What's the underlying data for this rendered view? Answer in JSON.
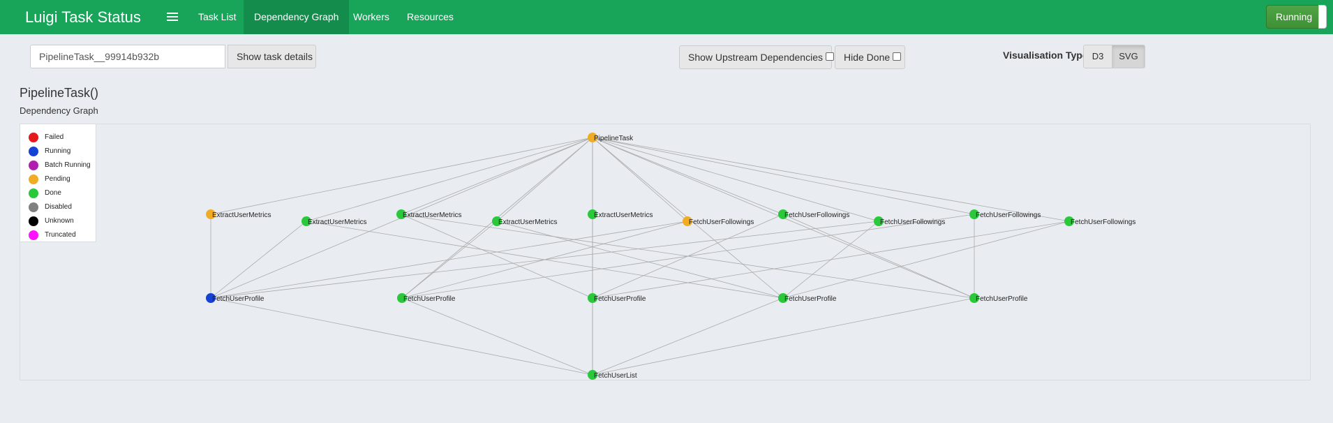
{
  "navbar": {
    "brand": "Luigi Task Status",
    "links": [
      "Task List",
      "Dependency Graph",
      "Workers",
      "Resources"
    ],
    "active_link": "Dependency Graph",
    "status_button": "Running"
  },
  "toolbar": {
    "task_id_value": "PipelineTask__99914b932b",
    "show_details_label": "Show task details",
    "show_upstream_label": "Show Upstream Dependencies",
    "hide_done_label": "Hide Done",
    "visualisation_label": "Visualisation Type",
    "vis_options": [
      "D3",
      "SVG"
    ],
    "vis_selected": "SVG"
  },
  "main": {
    "title": "PipelineTask()",
    "subtitle": "Dependency Graph"
  },
  "legend": [
    {
      "label": "Failed",
      "color": "#e5181d"
    },
    {
      "label": "Running",
      "color": "#1542d6"
    },
    {
      "label": "Batch Running",
      "color": "#b01fb0"
    },
    {
      "label": "Pending",
      "color": "#f0ad24"
    },
    {
      "label": "Done",
      "color": "#29c93b"
    },
    {
      "label": "Disabled",
      "color": "#808080"
    },
    {
      "label": "Unknown",
      "color": "#000000"
    },
    {
      "label": "Truncated",
      "color": "#ff12ff"
    }
  ],
  "graph": {
    "nodes": [
      {
        "label": "PipelineTask",
        "status": "Pending"
      },
      {
        "label": "ExtractUserMetrics",
        "status": "Pending"
      },
      {
        "label": "ExtractUserMetrics",
        "status": "Done"
      },
      {
        "label": "ExtractUserMetrics",
        "status": "Done"
      },
      {
        "label": "ExtractUserMetrics",
        "status": "Done"
      },
      {
        "label": "ExtractUserMetrics",
        "status": "Done"
      },
      {
        "label": "FetchUserFollowings",
        "status": "Pending"
      },
      {
        "label": "FetchUserFollowings",
        "status": "Done"
      },
      {
        "label": "FetchUserFollowings",
        "status": "Done"
      },
      {
        "label": "FetchUserFollowings",
        "status": "Done"
      },
      {
        "label": "FetchUserFollowings",
        "status": "Done"
      },
      {
        "label": "FetchUserProfile",
        "status": "Running"
      },
      {
        "label": "FetchUserProfile",
        "status": "Done"
      },
      {
        "label": "FetchUserProfile",
        "status": "Done"
      },
      {
        "label": "FetchUserProfile",
        "status": "Done"
      },
      {
        "label": "FetchUserProfile",
        "status": "Done"
      },
      {
        "label": "FetchUserList",
        "status": "Done"
      }
    ],
    "edges": [
      [
        0,
        1
      ],
      [
        0,
        2
      ],
      [
        0,
        3
      ],
      [
        0,
        4
      ],
      [
        0,
        5
      ],
      [
        0,
        6
      ],
      [
        0,
        7
      ],
      [
        0,
        8
      ],
      [
        0,
        9
      ],
      [
        0,
        10
      ],
      [
        0,
        11
      ],
      [
        0,
        12
      ],
      [
        0,
        13
      ],
      [
        0,
        14
      ],
      [
        0,
        15
      ],
      [
        0,
        16
      ],
      [
        1,
        11
      ],
      [
        2,
        11
      ],
      [
        2,
        14
      ],
      [
        3,
        13
      ],
      [
        3,
        15
      ],
      [
        4,
        12
      ],
      [
        4,
        14
      ],
      [
        5,
        13
      ],
      [
        5,
        16
      ],
      [
        6,
        11
      ],
      [
        6,
        12
      ],
      [
        7,
        13
      ],
      [
        7,
        15
      ],
      [
        8,
        11
      ],
      [
        8,
        14
      ],
      [
        9,
        12
      ],
      [
        9,
        15
      ],
      [
        10,
        13
      ],
      [
        10,
        14
      ],
      [
        11,
        16
      ],
      [
        12,
        16
      ],
      [
        13,
        16
      ],
      [
        14,
        16
      ],
      [
        15,
        16
      ]
    ]
  }
}
